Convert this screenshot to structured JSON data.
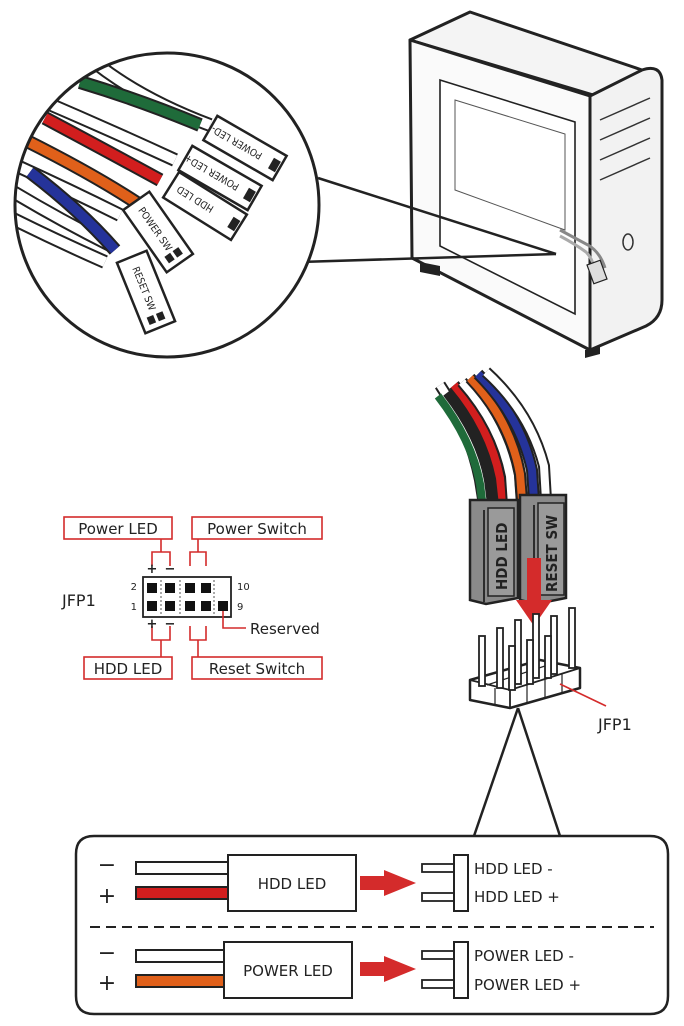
{
  "top_illustration": {
    "connectors": {
      "power_led_minus": "POWER LED-",
      "power_led_plus": "POWER LED+",
      "hdd_led": "HDD LED",
      "power_sw": "POWER SW",
      "reset_sw": "RESET SW"
    }
  },
  "pinout": {
    "header_name": "JFP1",
    "power_led_label": "Power LED",
    "power_switch_label": "Power Switch",
    "hdd_led_label": "HDD LED",
    "reset_switch_label": "Reset Switch",
    "reserved_label": "Reserved",
    "pin_2": "2",
    "pin_1": "1",
    "pin_10": "10",
    "pin_9": "9",
    "plus_top": "+",
    "minus_top": "−",
    "plus_bottom": "+",
    "minus_bottom": "−"
  },
  "connector_photo": {
    "hdd_led_label": "HDD LED",
    "reset_sw_label": "RESET SW",
    "header_name": "JFP1"
  },
  "polarity_box": {
    "rows": [
      {
        "minus_sign": "−",
        "plus_sign": "+",
        "block_label": "HDD LED",
        "pin_minus": "HDD LED -",
        "pin_plus": "HDD LED +"
      },
      {
        "minus_sign": "−",
        "plus_sign": "+",
        "block_label": "POWER LED",
        "pin_minus": "POWER LED -",
        "pin_plus": "POWER LED +"
      }
    ]
  },
  "colors": {
    "accent_red": "#d42b2b",
    "wire_green": "#1f6b3a",
    "wire_red": "#d21e1e",
    "wire_orange": "#e0601a",
    "wire_blue": "#25339a",
    "connector_gray": "#8a8a8a"
  }
}
